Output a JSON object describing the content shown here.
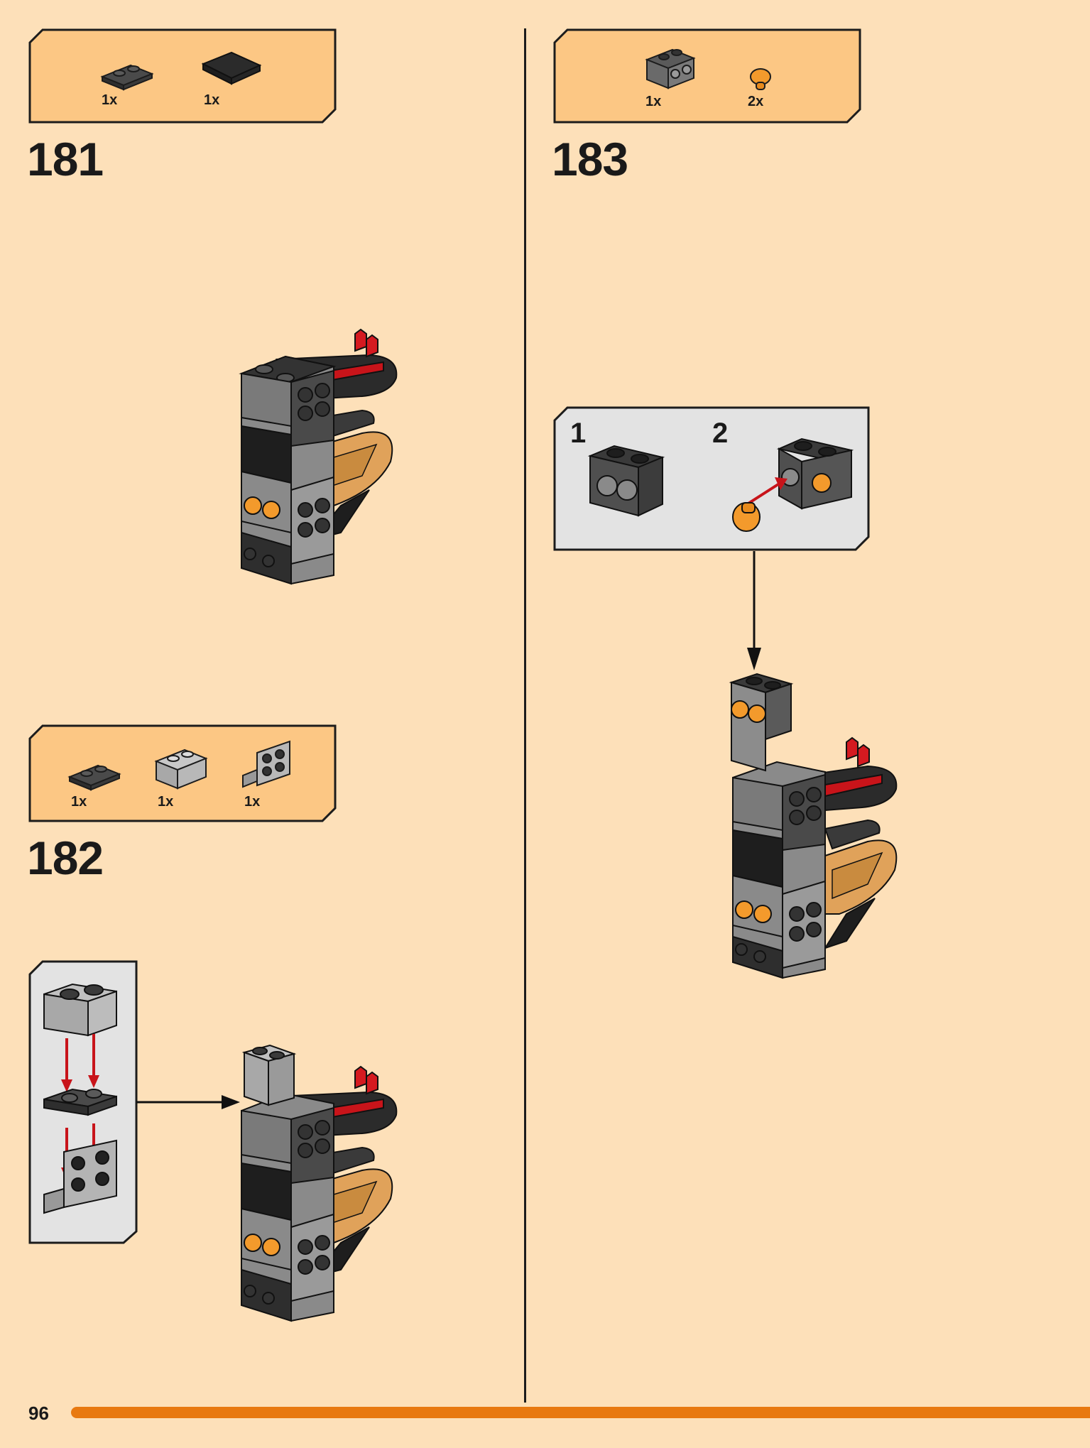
{
  "page": {
    "number": "96"
  },
  "steps": [
    {
      "number": "181",
      "parts": [
        {
          "qty": "1x",
          "icon": "dark-plate-1x2-icon"
        },
        {
          "qty": "1x",
          "icon": "dark-tile-2x2-icon"
        }
      ]
    },
    {
      "number": "182",
      "parts": [
        {
          "qty": "1x",
          "icon": "dark-plate-1x2-icon"
        },
        {
          "qty": "1x",
          "icon": "grey-brick-1x2-icon"
        },
        {
          "qty": "1x",
          "icon": "grey-bracket-icon"
        }
      ]
    },
    {
      "number": "183",
      "parts": [
        {
          "qty": "1x",
          "icon": "dark-technic-brick-icon"
        },
        {
          "qty": "2x",
          "icon": "orange-pin-icon"
        }
      ],
      "substeps": [
        "1",
        "2"
      ]
    }
  ],
  "colors": {
    "background": "#fde0b9",
    "callout": "#fcc784",
    "subassembly": "#e3e3e3",
    "accent": "#e87910"
  }
}
